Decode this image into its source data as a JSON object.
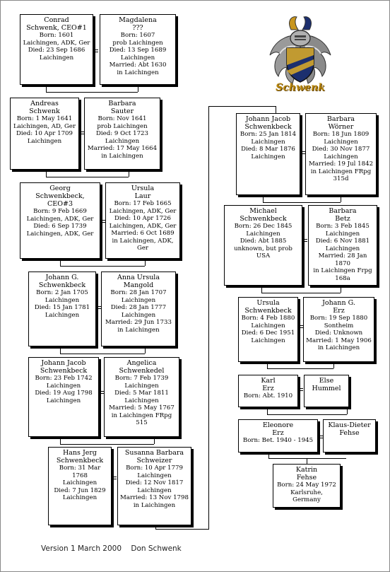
{
  "title": "Schwenk",
  "footer": "Version 1 March 2000    Don Schwenk",
  "colors": {
    "crest_gold": "#b8860b",
    "crest_blue": "#1c2f6e",
    "crest_silver": "#b0b0b0"
  },
  "persons": [
    {
      "id": "conrad",
      "name": [
        "Conrad",
        "Schwenk, CEO#1"
      ],
      "details": [
        "Born: 1601",
        "Laichingen, ADK, Ger",
        "Died: 23 Sep 1686",
        "Laichingen"
      ]
    },
    {
      "id": "magdalena",
      "name": [
        "Magdalena",
        "???"
      ],
      "details": [
        "Born: 1607",
        "prob Laichingen",
        "Died: 13 Sep 1689",
        "Laichingen",
        "Married: Abt 1630",
        "in Laichingen"
      ]
    },
    {
      "id": "andreas",
      "name": [
        "Andreas",
        "Schwenk"
      ],
      "details": [
        "Born: 1 May 1641",
        "Laichingen, AD, Ger",
        "Died: 10 Apr 1709",
        "Laichingen"
      ]
    },
    {
      "id": "barbara-sauter",
      "name": [
        "Barbara",
        "Sauter"
      ],
      "details": [
        "Born: Nov 1641",
        "prob Laichingen",
        "Died: 9 Oct 1723",
        "Laichingen",
        "Married: 17 May 1664",
        "in Laichingen"
      ]
    },
    {
      "id": "georg",
      "name": [
        "Georg",
        "Schwenkbeck, CEO#3"
      ],
      "details": [
        "Born: 9 Feb 1669",
        "Laichingen, ADK, Ger",
        "Died: 6 Sep 1739",
        "Laichingen, ADK, Ger"
      ]
    },
    {
      "id": "ursula-laur",
      "name": [
        "Ursula",
        "Laur"
      ],
      "details": [
        "Born: 17 Feb 1665",
        "Laichingen, ADK, Ger",
        "Died: 10 Apr 1726",
        "Laichingen, ADK, Ger",
        "Married: 6 Oct 1689",
        "in Laichingen, ADK,",
        "Ger"
      ]
    },
    {
      "id": "johann-g",
      "name": [
        "Johann G.",
        "Schwenkbeck"
      ],
      "details": [
        "Born: 2 Jan 1705",
        "Laichingen",
        "Died: 15 Jan 1781",
        "Laichingen"
      ]
    },
    {
      "id": "anna-ursula",
      "name": [
        "Anna Ursula",
        "Mangold"
      ],
      "details": [
        "Born: 28 Jan 1707",
        "Laichingen",
        "Died: 28 Jan 1777",
        "Laichingen",
        "Married: 29 Jun 1733",
        "in Laichingen"
      ]
    },
    {
      "id": "johann-jacob-1742",
      "name": [
        "Johann Jacob",
        "Schwenkbeck"
      ],
      "details": [
        "Born: 23 Feb 1742",
        "Laichingen",
        "Died: 19 Aug 1798",
        "Laichingen"
      ]
    },
    {
      "id": "angelica",
      "name": [
        "Angelica",
        "Schwenkedel"
      ],
      "details": [
        "Born: 7 Feb 1739",
        "Laichingen",
        "Died: 5 Mar 1811",
        "Laichingen",
        "Married: 5 May 1767",
        "in Laichingen  FRpg",
        "515"
      ]
    },
    {
      "id": "hans-jerg",
      "name": [
        "Hans Jerg",
        "Schwenkbeck"
      ],
      "details": [
        "Born: 31 Mar 1768",
        "Laichingen",
        "Died: 7 Jun 1829",
        "Laichingen"
      ]
    },
    {
      "id": "susanna-barbara",
      "name": [
        "Susanna Barbara",
        "Schweizer"
      ],
      "details": [
        "Born: 10 Apr 1779",
        "Laichingen",
        "Died: 12 Nov 1817",
        "Laichingen",
        "Married: 13 Nov 1798",
        "in Laichingen"
      ]
    },
    {
      "id": "johann-jacob-1814",
      "name": [
        "Johann Jacob",
        "Schwenkbeck"
      ],
      "details": [
        "Born: 25 Jan 1814",
        "Laichingen",
        "Died: 8 Mar 1876",
        "Laichingen"
      ]
    },
    {
      "id": "barbara-worner",
      "name": [
        "Barbara",
        "Wörner"
      ],
      "details": [
        "Born: 18 Jun 1809",
        "Laichingen",
        "Died: 30 Nov 1877",
        "Laichingen",
        "Married: 19 Jul 1842",
        "in Laichingen  FRpg",
        "315d"
      ]
    },
    {
      "id": "michael",
      "name": [
        "Michael",
        "Schwenkbeck"
      ],
      "details": [
        "Born: 26 Dec 1845",
        "Laichingen",
        "Died: Abt 1885",
        "unknown, but prob USA"
      ]
    },
    {
      "id": "barbara-betz",
      "name": [
        "Barbara",
        "Betz"
      ],
      "details": [
        "Born: 3 Feb 1845",
        "Laichingen",
        "Died: 6 Nov 1881",
        "Laichingen",
        "Married: 28 Jan 1870",
        "in Laichingen Frpg",
        "168a"
      ]
    },
    {
      "id": "ursula-1880",
      "name": [
        "Ursula",
        "Schwenkbeck"
      ],
      "details": [
        "Born: 4 Feb 1880",
        "Laichingen",
        "Died: 6 Dec 1951",
        "Laichingen"
      ]
    },
    {
      "id": "johann-g-erz",
      "name": [
        "Johann G.",
        "Erz"
      ],
      "details": [
        "Born: 19 Sep 1880",
        "Sontheim",
        "Died: Unknown",
        "Married: 1 May 1906",
        "in Laichingen"
      ]
    },
    {
      "id": "karl",
      "name": [
        "Karl",
        "Erz"
      ],
      "details": [
        "Born: Abt. 1910"
      ]
    },
    {
      "id": "else",
      "name": [
        "Else",
        "Hummel"
      ],
      "details": []
    },
    {
      "id": "eleonore",
      "name": [
        "Eleonore",
        "Erz"
      ],
      "details": [
        "Born: Bet. 1940 - 1945"
      ]
    },
    {
      "id": "klaus-dieter",
      "name": [
        "Klaus-Dieter",
        "Fehse"
      ],
      "details": []
    },
    {
      "id": "katrin",
      "name": [
        "Katrin",
        "Fehse"
      ],
      "details": [
        "Born: 24 May 1972",
        "Karlsruhe, Germany"
      ]
    }
  ]
}
